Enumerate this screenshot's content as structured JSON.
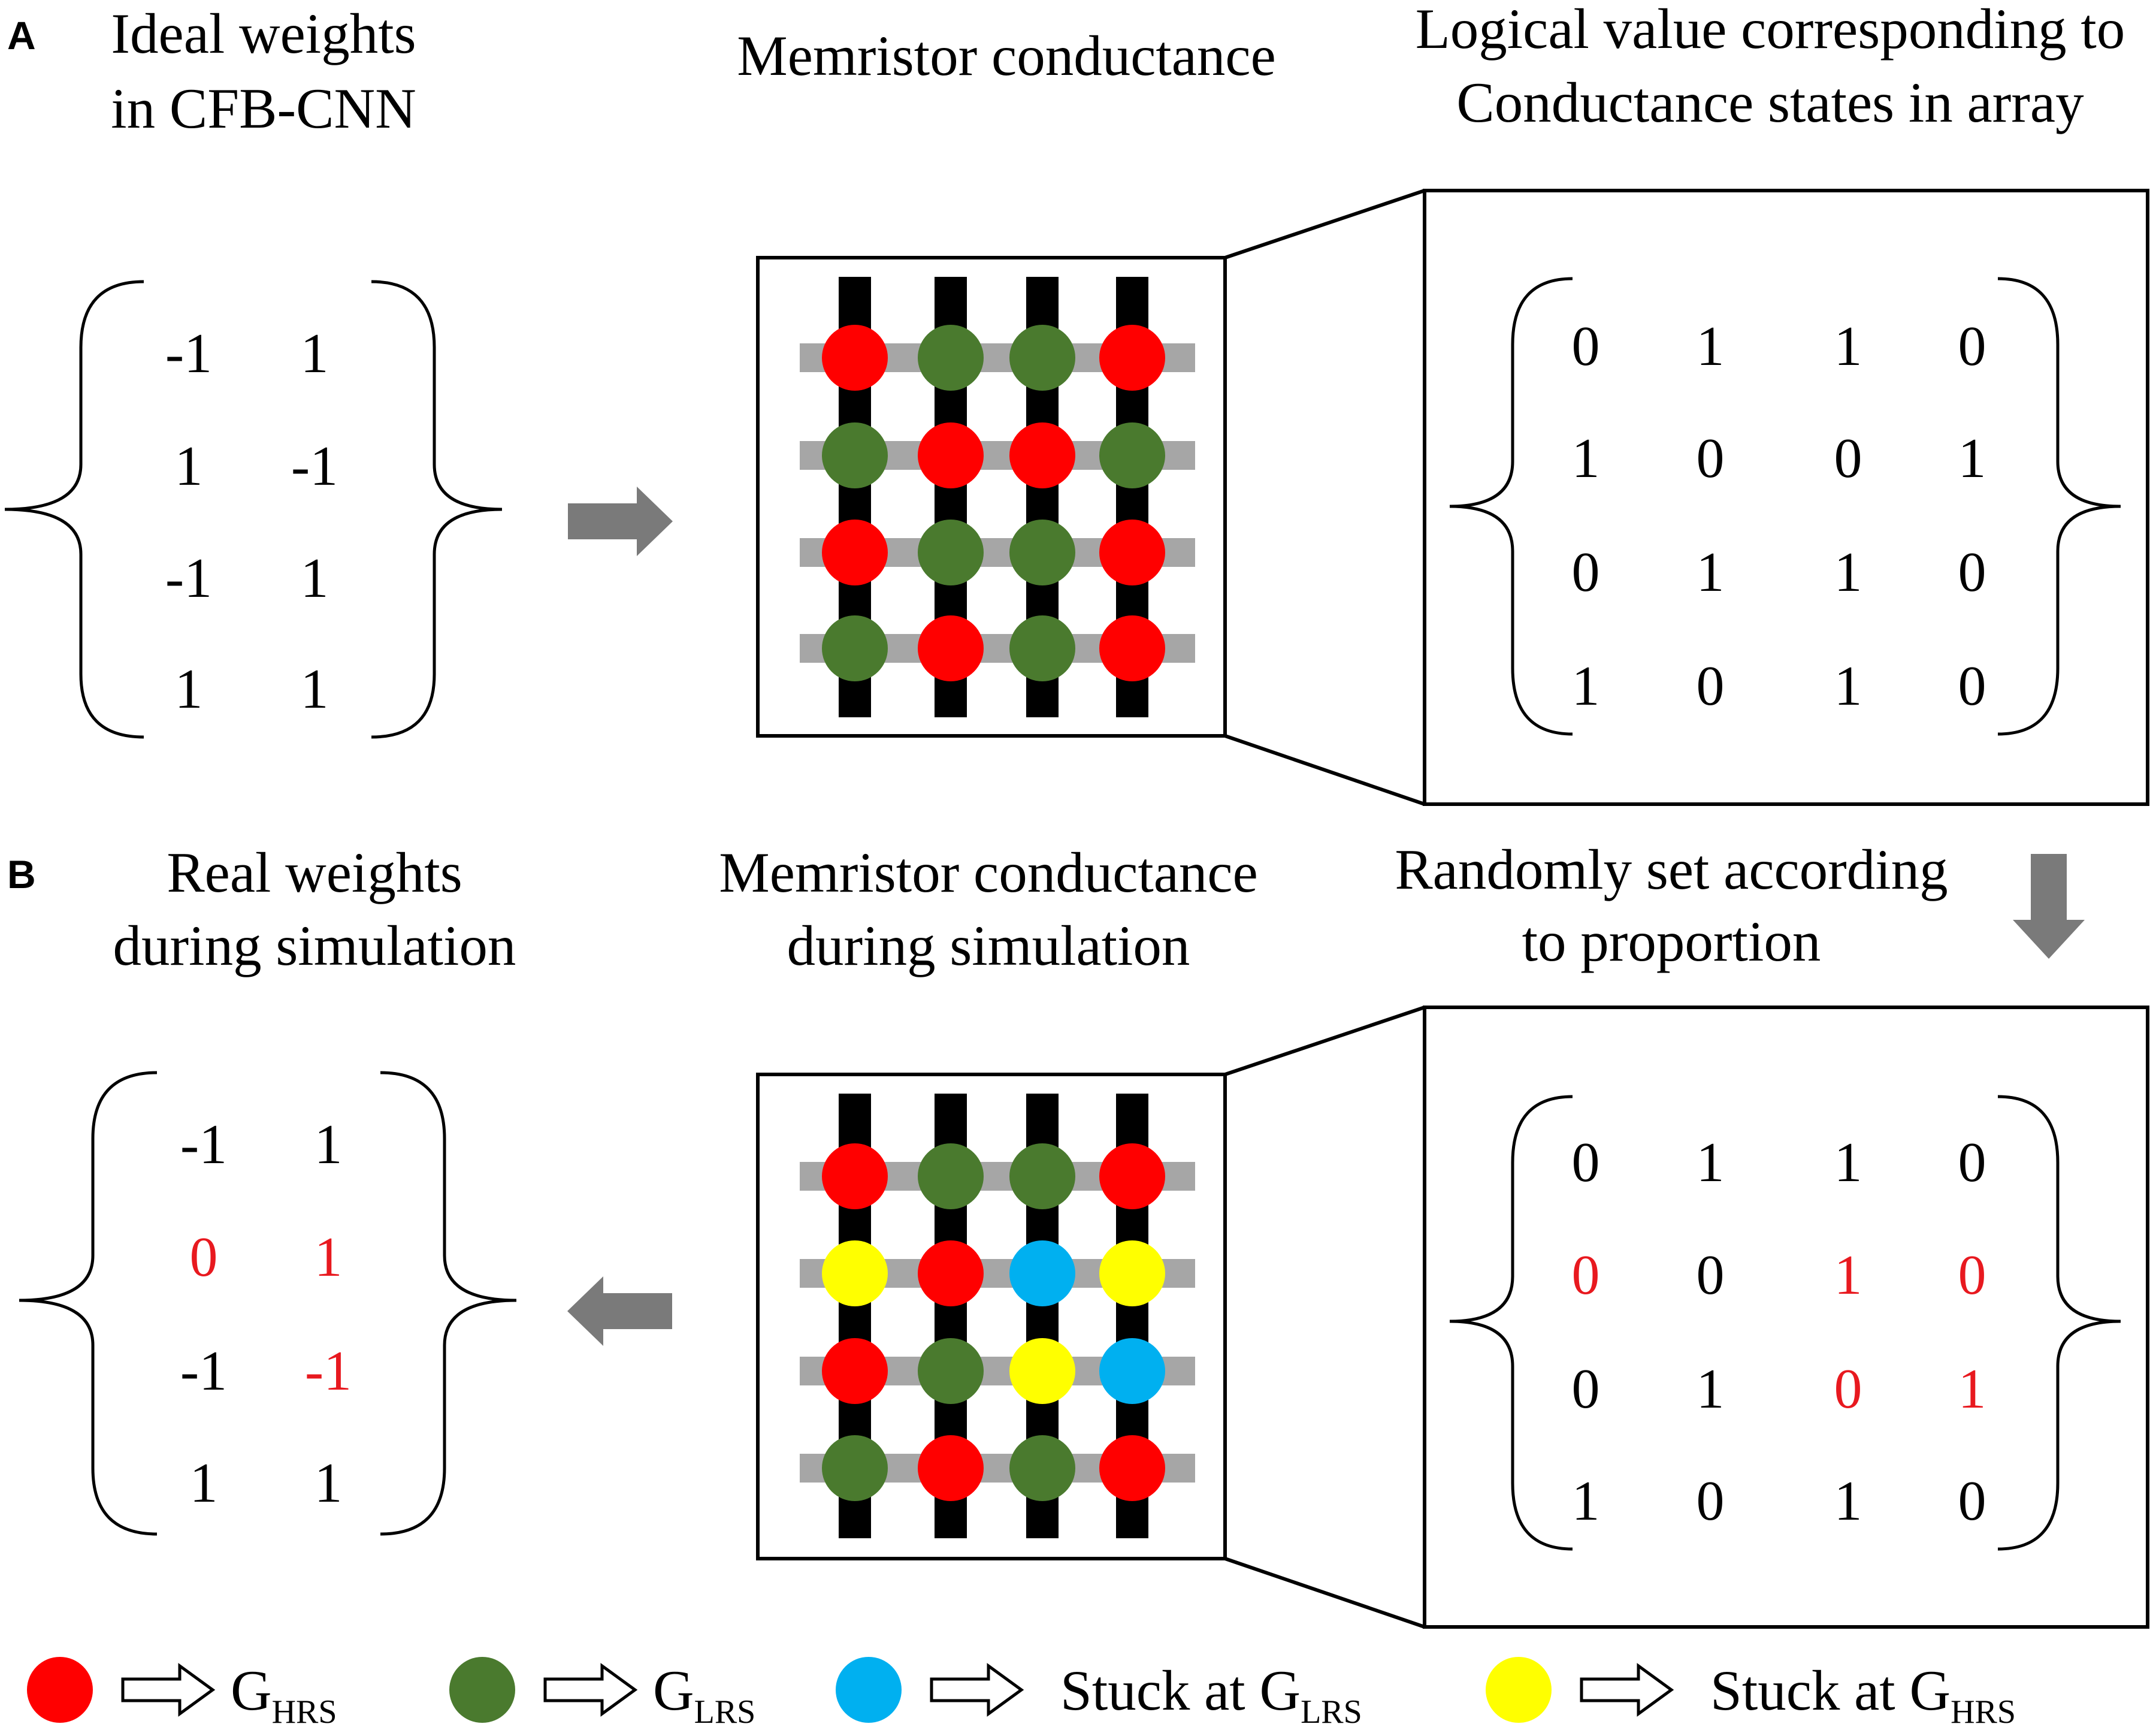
{
  "colors": {
    "hrs": "#ff0000",
    "lrs": "#4a7a2e",
    "stuck_lrs": "#00b0f0",
    "stuck_hrs": "#ffff00",
    "error": "#e8191f",
    "text": "#000000",
    "arrow": "#7a7a7a",
    "column_line": "#000000",
    "row_line": "#a6a6a6"
  },
  "panel_a": {
    "label": "A",
    "ideal_title_line1": "Ideal weights",
    "ideal_title_line2": "in CFB-CNN",
    "array_title": "Memristor conductance",
    "logic_title_line1": "Logical value corresponding to",
    "logic_title_line2": "Conductance states in array",
    "ideal_weights": [
      [
        "-1",
        "1"
      ],
      [
        "1",
        "-1"
      ],
      [
        "-1",
        "1"
      ],
      [
        "1",
        "1"
      ]
    ],
    "array_states": [
      [
        "hrs",
        "lrs",
        "lrs",
        "hrs"
      ],
      [
        "lrs",
        "hrs",
        "hrs",
        "lrs"
      ],
      [
        "hrs",
        "lrs",
        "lrs",
        "hrs"
      ],
      [
        "lrs",
        "hrs",
        "lrs",
        "hrs"
      ]
    ],
    "logic_values": [
      [
        "0",
        "1",
        "1",
        "0"
      ],
      [
        "1",
        "0",
        "0",
        "1"
      ],
      [
        "0",
        "1",
        "1",
        "0"
      ],
      [
        "1",
        "0",
        "1",
        "0"
      ]
    ]
  },
  "panel_b": {
    "label": "B",
    "real_title_line1": "Real weights",
    "real_title_line2": "during simulation",
    "array_title_line1": "Memristor conductance",
    "array_title_line2": "during simulation",
    "random_title_line1": "Randomly set according",
    "random_title_line2": "to proportion",
    "real_weights": [
      [
        "-1",
        "1"
      ],
      [
        "0",
        "1"
      ],
      [
        "-1",
        "-1"
      ],
      [
        "1",
        "1"
      ]
    ],
    "real_weights_error": [
      [
        false,
        false
      ],
      [
        true,
        true
      ],
      [
        false,
        true
      ],
      [
        false,
        false
      ]
    ],
    "array_states": [
      [
        "hrs",
        "lrs",
        "lrs",
        "hrs"
      ],
      [
        "stuck_hrs",
        "hrs",
        "stuck_lrs",
        "stuck_hrs"
      ],
      [
        "hrs",
        "lrs",
        "stuck_hrs",
        "stuck_lrs"
      ],
      [
        "lrs",
        "hrs",
        "lrs",
        "hrs"
      ]
    ],
    "logic_values": [
      [
        "0",
        "1",
        "1",
        "0"
      ],
      [
        "0",
        "0",
        "1",
        "0"
      ],
      [
        "0",
        "1",
        "0",
        "1"
      ],
      [
        "1",
        "0",
        "1",
        "0"
      ]
    ],
    "logic_error": [
      [
        false,
        false,
        false,
        false
      ],
      [
        true,
        false,
        true,
        true
      ],
      [
        false,
        false,
        true,
        true
      ],
      [
        false,
        false,
        false,
        false
      ]
    ]
  },
  "legend": [
    {
      "state": "hrs",
      "text": "G",
      "sub": "HRS"
    },
    {
      "state": "lrs",
      "text": "G",
      "sub": "LRS"
    },
    {
      "state": "stuck_lrs",
      "text": "Stuck at G",
      "sub": "LRS"
    },
    {
      "state": "stuck_hrs",
      "text": "Stuck at G",
      "sub": "HRS"
    }
  ]
}
